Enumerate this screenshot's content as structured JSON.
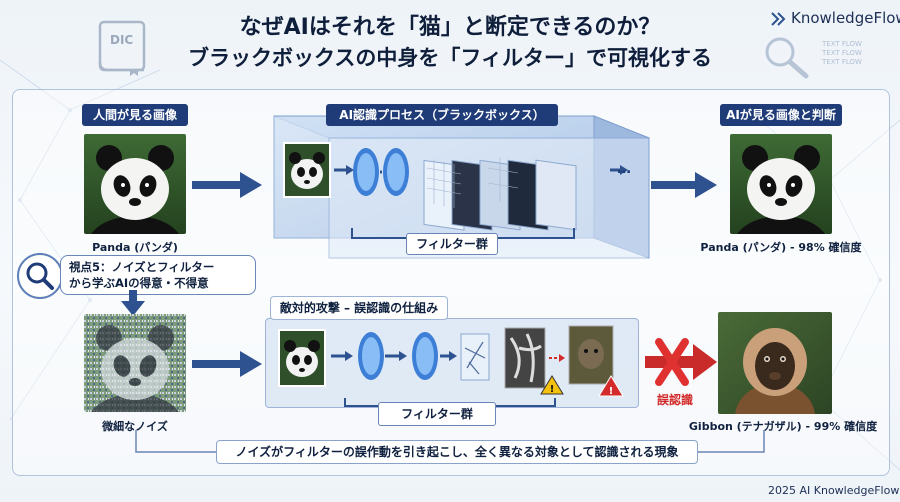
{
  "header": {
    "title_line1": "なぜAIはそれを「猫」と断定できるのか？",
    "title_line2": "ブラックボックスの中身を「フィルター」で可視化する",
    "dic_label": "DIC",
    "logo": "KnowledgeFlow",
    "watermark_text": "TEXT FLOW"
  },
  "panels": {
    "human_view": "人間が見る画像",
    "process": "AI認識プロセス（ブラックボックス）",
    "ai_view": "AIが見る画像と判断",
    "adversarial": "敵対的攻撃 – 誤認識の仕組み"
  },
  "captions": {
    "panda_input": "Panda (パンダ)",
    "panda_result": "Panda (パンダ) - 98% 確信度",
    "noise_input": "微細なノイズ",
    "gibbon_result": "Gibbon (テナガザル) - 99% 確信度",
    "filter_group_top": "フィルター群",
    "filter_group_bottom": "フィルター群",
    "misrecognition": "誤認識",
    "ellipsis": "…"
  },
  "viewpoint": {
    "line1": "視点5：ノイズとフィルター",
    "line2": "から学ぶAIの得意・不得意"
  },
  "banner": "ノイズがフィルターの誤作動を引き起こし、全く異なる対象として認識される現象",
  "footer": "2025 AI KnowledgeFlow",
  "colors": {
    "navy": "#1f3c78",
    "arrow": "#2e5190",
    "accent_red": "#d32b2b",
    "lens": "#4d8fe0"
  },
  "icons": [
    "book-icon",
    "magnifier-icon",
    "search-icon",
    "warning-icon",
    "cross-icon",
    "camera-lens-icon"
  ]
}
